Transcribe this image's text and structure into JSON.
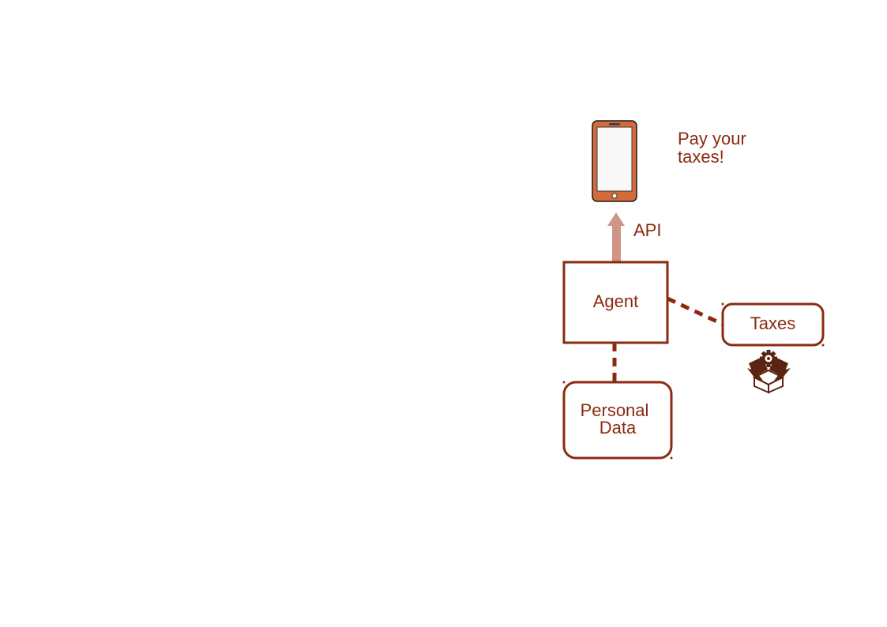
{
  "diagram": {
    "agent_label": "Agent",
    "api_label": "API",
    "phone_message_line1": "Pay your",
    "phone_message_line2": "taxes!",
    "taxes_label": "Taxes",
    "personal_data_line1": "Personal",
    "personal_data_line2": "Data",
    "icons": {
      "phone": "smartphone-icon",
      "package": "package-gear-icon"
    },
    "colors": {
      "text": "#8b2a10",
      "stroke": "#8b2a10",
      "arrow": "#d09486",
      "phone_body": "#d4693a",
      "package": "#5a2410"
    }
  }
}
